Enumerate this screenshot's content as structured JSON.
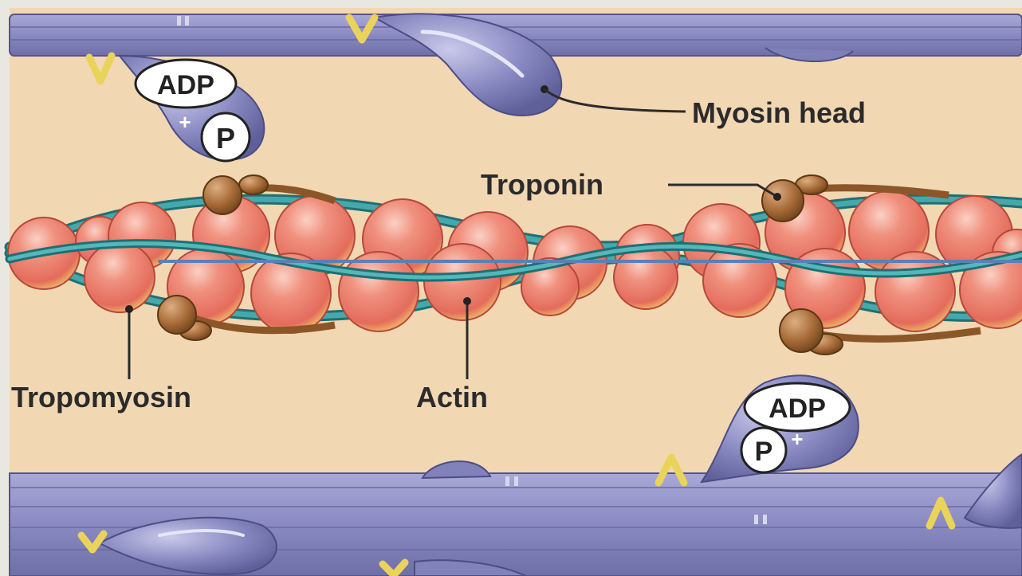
{
  "labels": {
    "myosin_head": "Myosin head",
    "troponin": "Troponin",
    "tropomyosin": "Tropomyosin",
    "actin": "Actin"
  },
  "badges": {
    "adp": "ADP",
    "p": "P",
    "plus": "+"
  },
  "colors": {
    "background": "#f2d7b3",
    "myosin": "#8f8fc4",
    "actin": "#ee7c6c",
    "actin_highlight": "#f7d56e",
    "tropomyosin": "#2f8f93",
    "troponin": "#a86a35"
  }
}
